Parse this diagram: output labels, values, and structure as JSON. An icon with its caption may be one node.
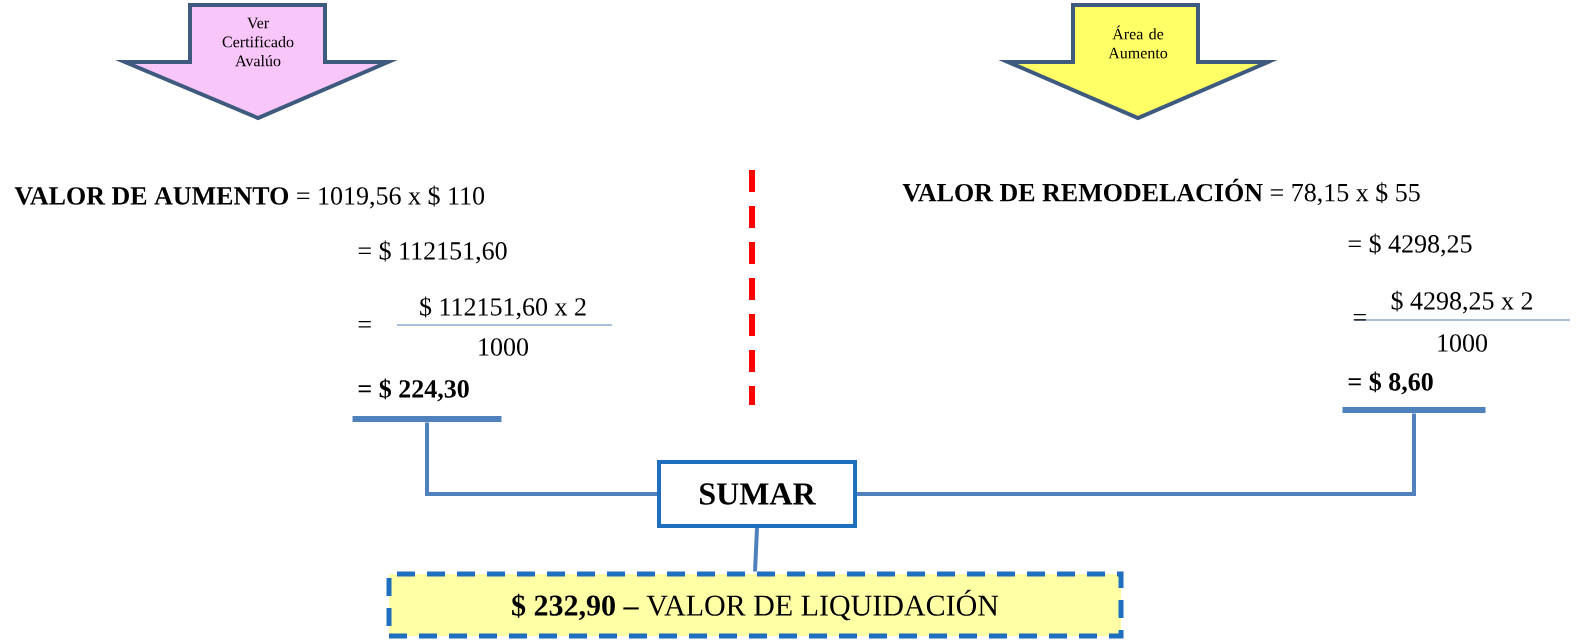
{
  "diagram": {
    "nodes": [
      {
        "text": [
          "Ver Certificado Avalúo"
        ]
      },
      {
        "text": [
          "Área de Aumento"
        ]
      },
      {
        "text": [],
        "shape": "bar"
      },
      {
        "text": [],
        "shape": "bar"
      },
      {
        "text": [
          "SUMAR"
        ]
      },
      {
        "text": [
          "**$ 232,90 –** VALOR DE LIQUIDACIÓN"
        ]
      }
    ],
    "edges": [
      {
        "from": 2,
        "to": 4,
        "arrow": "none"
      },
      {
        "from": 3,
        "to": 4,
        "arrow": "none"
      },
      {
        "from": 4,
        "to": 5,
        "arrow": "none"
      }
    ],
    "labels": [
      "**VALOR DE AUMENTO** = 1019,56 x $ 110",
      "= $ 112151,60",
      "=",
      "$ 112151,60 x 2",
      "1000",
      "= $ 224,30",
      "**VALOR DE REMODELACIÓN** = 78,15 x $ 55",
      "= $ 4298,25",
      "=",
      "$ 4298,25 x 2",
      "1000",
      "= $ 8,60"
    ]
  }
}
